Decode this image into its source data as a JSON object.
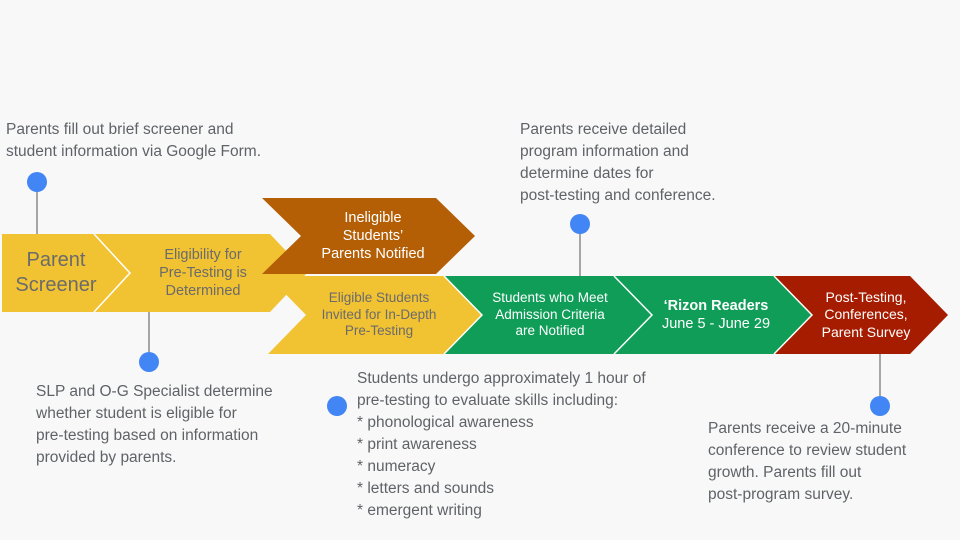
{
  "colors": {
    "yellow": "#f1c232",
    "yellow_text": "#6b6b6b",
    "orange": "#b45f06",
    "green": "#0f9d58",
    "red": "#a61c00",
    "dot": "#4285f4",
    "note_text": "#5f6368"
  },
  "steps": {
    "parent_screener": "Parent\nScreener",
    "eligibility": "Eligibility for\nPre-Testing is\nDetermined",
    "ineligible": "Ineligible\nStudents’\nParents Notified",
    "eligible_invited": "Eligible Students\nInvited for In-Depth\nPre-Testing",
    "admission_notified": "Students who Meet\nAdmission Criteria\nare Notified",
    "rizon_title": "‘Rizon Readers",
    "rizon_dates": "June 5 - June 29",
    "post_testing": "Post-Testing,\nConferences,\nParent Survey"
  },
  "notes": {
    "screener_form": "Parents fill out brief screener and\nstudent information via Google Form.",
    "slp_determine": "SLP and O-G Specialist determine\nwhether student is eligible for\npre-testing based on information\nprovided by parents.",
    "pretesting_skills": "Students undergo approximately 1 hour of\npre-testing to evaluate skills including:\n* phonological awareness\n* print awareness\n* numeracy\n* letters and sounds\n* emergent writing",
    "program_info": "Parents receive detailed\nprogram information and\ndetermine dates for\npost-testing and conference.",
    "conference": "Parents receive a 20-minute\nconference to review student\ngrowth. Parents fill out\npost-program survey."
  }
}
